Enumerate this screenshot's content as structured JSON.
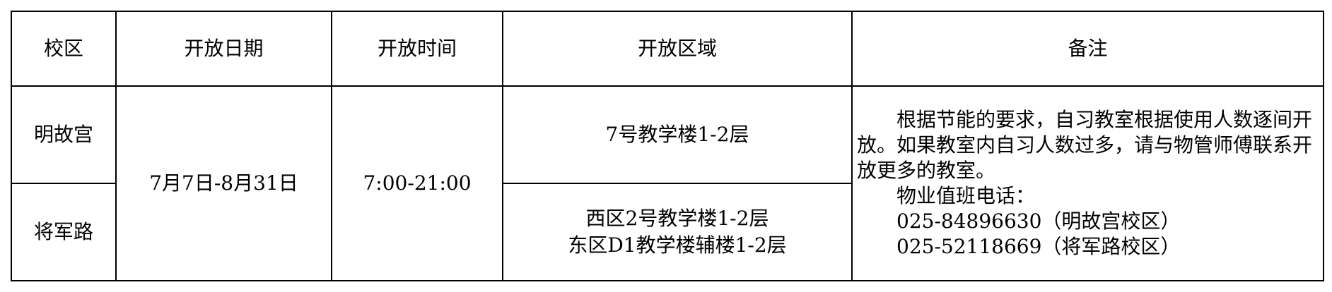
{
  "headers": {
    "campus": "校区",
    "dates": "开放日期",
    "time": "开放时间",
    "area": "开放区域",
    "notes": "备注"
  },
  "rows": {
    "minggugong": {
      "campus": "明故宫",
      "area": "7号教学楼1-2层"
    },
    "jiangjunlu": {
      "campus": "将军路",
      "area_line1": "西区2号教学楼1-2层",
      "area_line2": "东区D1教学楼辅楼1-2层"
    }
  },
  "shared": {
    "dates": "7月7日-8月31日",
    "time": "7:00-21:00"
  },
  "notes": {
    "paragraph": "根据节能的要求，自习教室根据使用人数逐间开放。如果教室内自习人数过多，请与物管师傅联系开放更多的教室。",
    "phone_label": "物业值班电话：",
    "phone_1": "025-84896630（明故宫校区）",
    "phone_2": "025-52118669（将军路校区）"
  }
}
